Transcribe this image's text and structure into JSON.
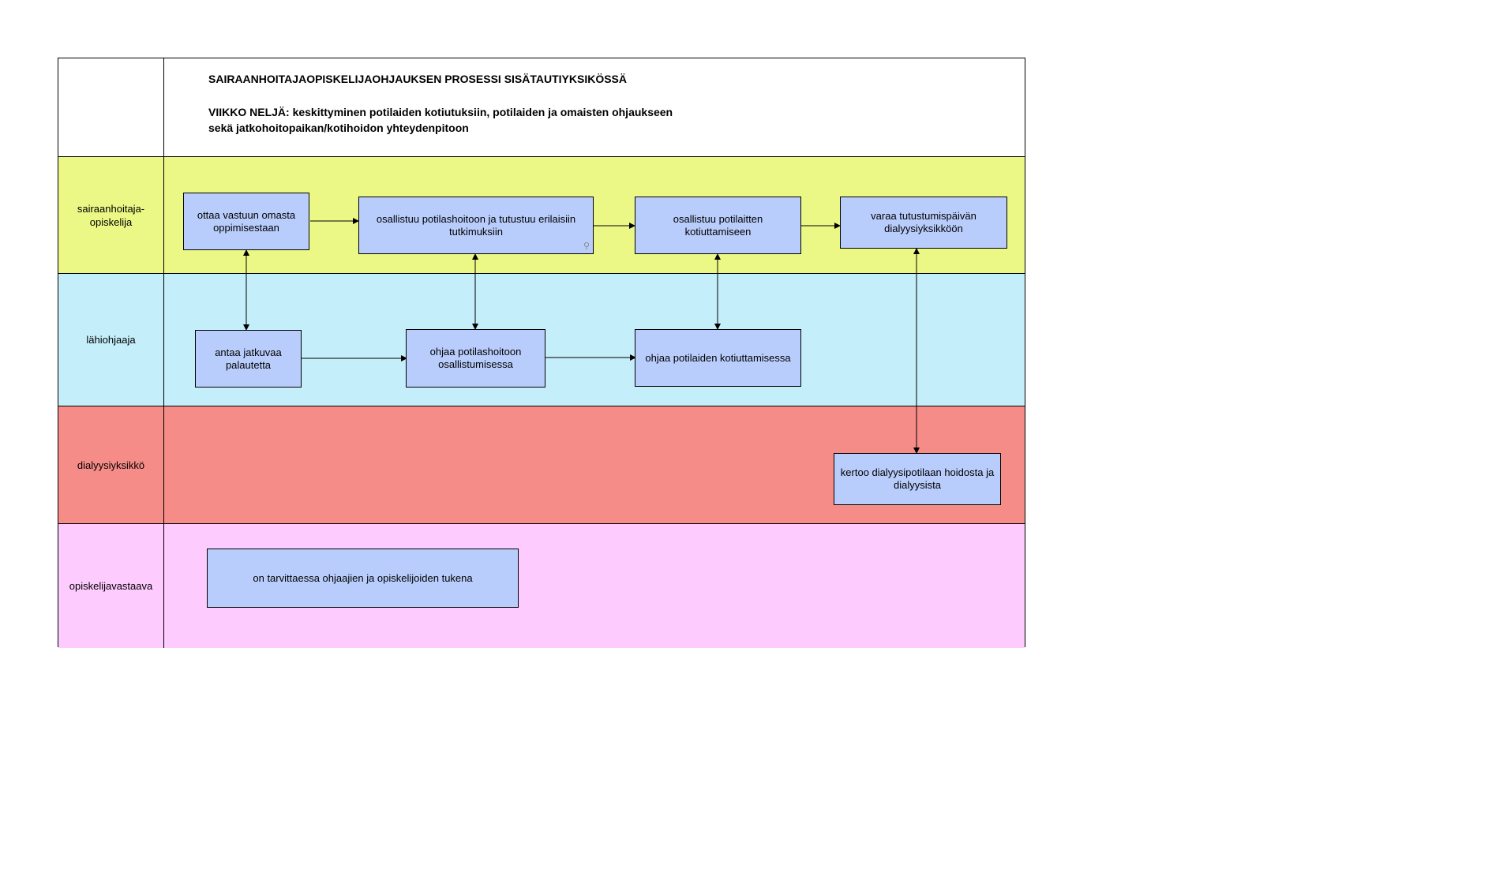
{
  "header": {
    "title": "SAIRAANHOITAJAOPISKELIJAOHJAUKSEN PROSESSI SISÄTAUTIYKSIKÖSSÄ",
    "subtitle_line1": "VIIKKO NELJÄ: keskittyminen potilaiden kotiutuksiin, potilaiden ja omaisten ohjaukseen",
    "subtitle_line2": "sekä jatkohoitopaikan/kotihoidon yhteydenpitoon"
  },
  "lanes": [
    {
      "label": "sairaanhoitaja-\nopiskelija",
      "color": "#ebf885"
    },
    {
      "label": "lähiohjaaja",
      "color": "#c4eef9"
    },
    {
      "label": "dialyysiyksikkö",
      "color": "#f68c88"
    },
    {
      "label": "opiskelijavastaava",
      "color": "#fecbfe"
    }
  ],
  "boxes": {
    "b1": "ottaa vastuun omasta oppimisestaan",
    "b2": "osallistuu potilashoitoon ja tutustuu erilaisiin tutkimuksiin",
    "b3": "osallistuu potilaitten kotiuttamiseen",
    "b4": "varaa tutustumispäivän dialyysiyksikköön",
    "b5": "antaa jatkuvaa palautetta",
    "b6": "ohjaa potilashoitoon osallistumisessa",
    "b7": "ohjaa potilaiden kotiuttamisessa",
    "b8": "kertoo dialyysipotilaan hoidosta ja dialyysista",
    "b9": "on tarvittaessa ohjaajien ja opiskelijoiden tukena"
  },
  "box_color": "#b9cdfc",
  "icons": {
    "b2_link": "link-icon"
  }
}
